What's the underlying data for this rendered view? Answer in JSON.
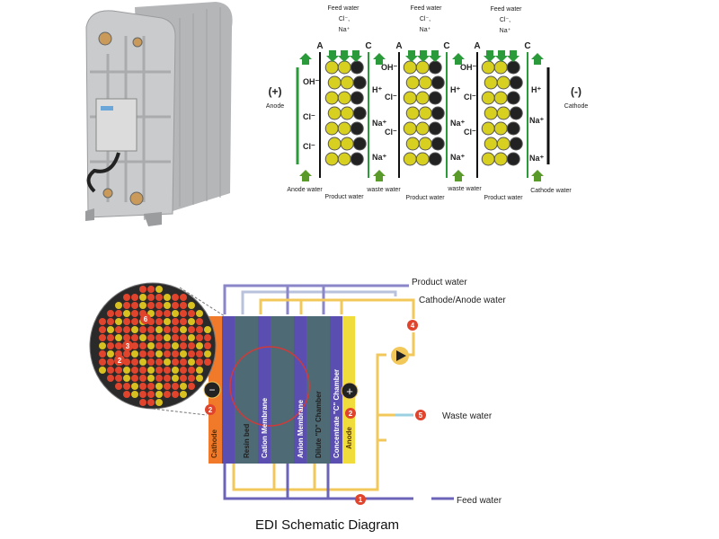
{
  "top_diagram": {
    "feed_water": [
      "Feed water",
      "Feed water",
      "Feed water"
    ],
    "feed_ions": [
      "Cl⁻,",
      "Na⁺"
    ],
    "membranes": [
      "A",
      "C",
      "A",
      "C",
      "A",
      "C"
    ],
    "anode_sign": "(+)",
    "anode_label": "Anode",
    "cathode_sign": "(-)",
    "cathode_label": "Cathode",
    "ions_anode_side": [
      "OH⁻",
      "Cl⁻",
      "Cl⁻"
    ],
    "ions_conc": [
      "OH⁻",
      "H⁺",
      "Cl⁻",
      "Na⁺",
      "Cl⁻",
      "Na⁺"
    ],
    "ions_cathode_side": [
      "H⁺",
      "Na⁺",
      "Na⁺"
    ],
    "bottom_labels": [
      "Anode water",
      "Product water",
      "waste water",
      "Product water",
      "waste water",
      "Product water",
      "Cathode water"
    ]
  },
  "schematic": {
    "title": "EDI Schematic Diagram",
    "product_water": "Product water",
    "cathode_anode_water": "Cathode/Anode water",
    "waste_water": "Waste water",
    "feed_water": "Feed water",
    "stack_labels": [
      "Cathode",
      "Resin bed",
      "Cation Membrane",
      "Anion Membrane",
      "Dilute \"D\" Chamber",
      "Concentrate \"C\" Chamber",
      "Anode"
    ],
    "markers": [
      "1",
      "2",
      "3",
      "4",
      "5",
      "6"
    ],
    "colors": {
      "purple": "#5a4fb0",
      "yellow": "#f2c85a",
      "red": "#e0442c",
      "orange": "#f07a2a",
      "grey_pipe": "#9aa4c8"
    }
  }
}
